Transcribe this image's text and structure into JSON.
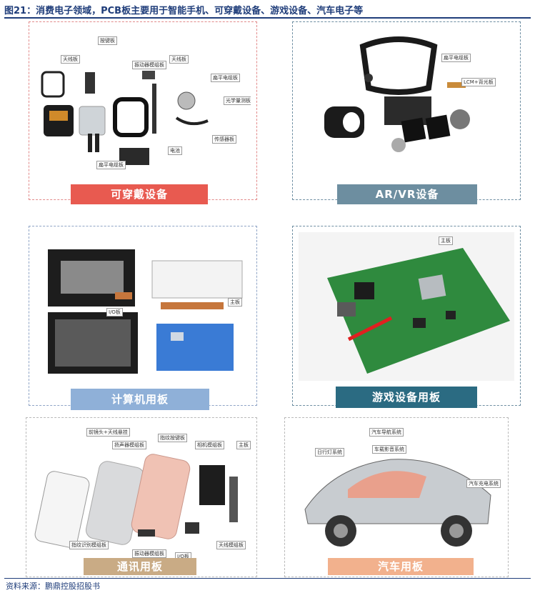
{
  "title": "图21：消费电子领域，PCB板主要用于智能手机、可穿戴设备、游戏设备、汽车电子等",
  "source": "资料来源：鹏鼎控股招股书",
  "colors": {
    "wearable": "#e85a50",
    "arvr": "#6d8ea0",
    "pc": "#8fb0d8",
    "game": "#2b6b82",
    "telecom": "#c9ab85",
    "auto": "#f2b18d"
  },
  "panels": {
    "wearable": {
      "label": "可穿戴设备",
      "callouts": [
        "天线板",
        "按键板",
        "振动器模组板",
        "天线板",
        "扁平电缆板",
        "光学量测板",
        "传感器板",
        "电池",
        "扁平电缆板"
      ]
    },
    "arvr": {
      "label": "AR/VR设备",
      "callouts": [
        "扁平电缆板",
        "LCM+背光板"
      ]
    },
    "pc": {
      "label": "计算机用板",
      "callouts": [
        "I/O板",
        "主板"
      ]
    },
    "game": {
      "label": "游戏设备用板",
      "callouts": [
        "主板"
      ]
    },
    "telecom": {
      "label": "通讯用板",
      "callouts": [
        "前镜头+天线悬挂",
        "扬声器模组板",
        "指纹按键板",
        "相机模组板",
        "主板",
        "指纹识别模组板",
        "振动器模组板",
        "I/O板",
        "天线模组板"
      ]
    },
    "auto": {
      "label": "汽车用板",
      "callouts": [
        "汽车导航系统",
        "日行灯系统",
        "车载影音系统",
        "汽车充电系统"
      ]
    }
  }
}
